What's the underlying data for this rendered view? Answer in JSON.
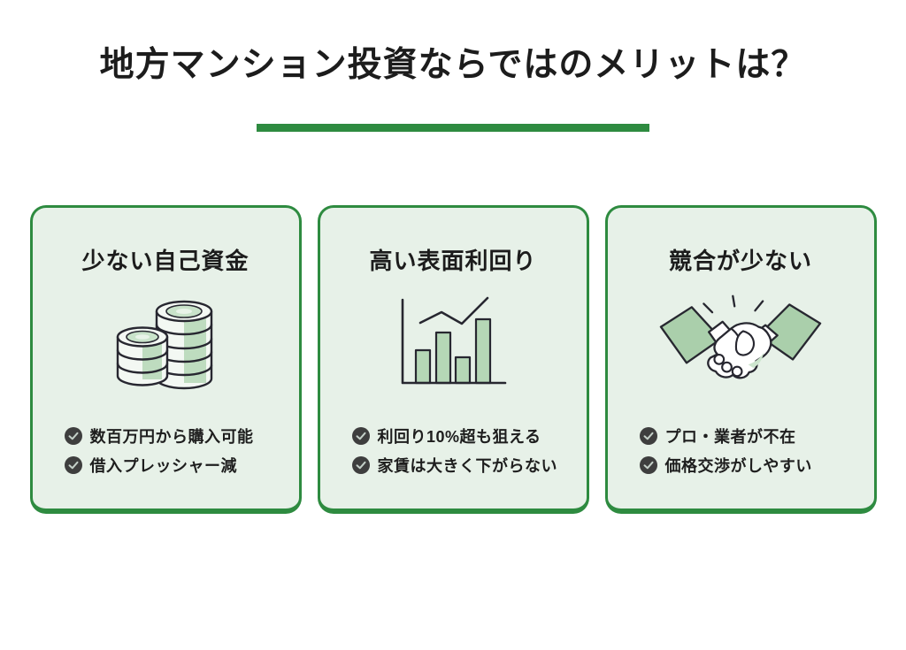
{
  "page": {
    "title": "地方マンション投資ならではのメリットは？"
  },
  "colors": {
    "accent_green": "#2e8b40",
    "card_background": "#e7f1e8",
    "icon_fill_green": "#b5d7b6",
    "check_circle": "#3e3e3e",
    "text": "#1c1c1c"
  },
  "cards": [
    {
      "title": "少ない自己資金",
      "icon": "coin-stacks-icon",
      "bullets": [
        "数百万円から購入可能",
        "借入プレッシャー減"
      ]
    },
    {
      "title": "高い表面利回り",
      "icon": "bar-chart-icon",
      "bullets": [
        "利回り10%超も狙える",
        "家賃は大きく下がらない"
      ]
    },
    {
      "title": "競合が少ない",
      "icon": "handshake-icon",
      "bullets": [
        "プロ・業者が不在",
        "価格交渉がしやすい"
      ]
    }
  ]
}
